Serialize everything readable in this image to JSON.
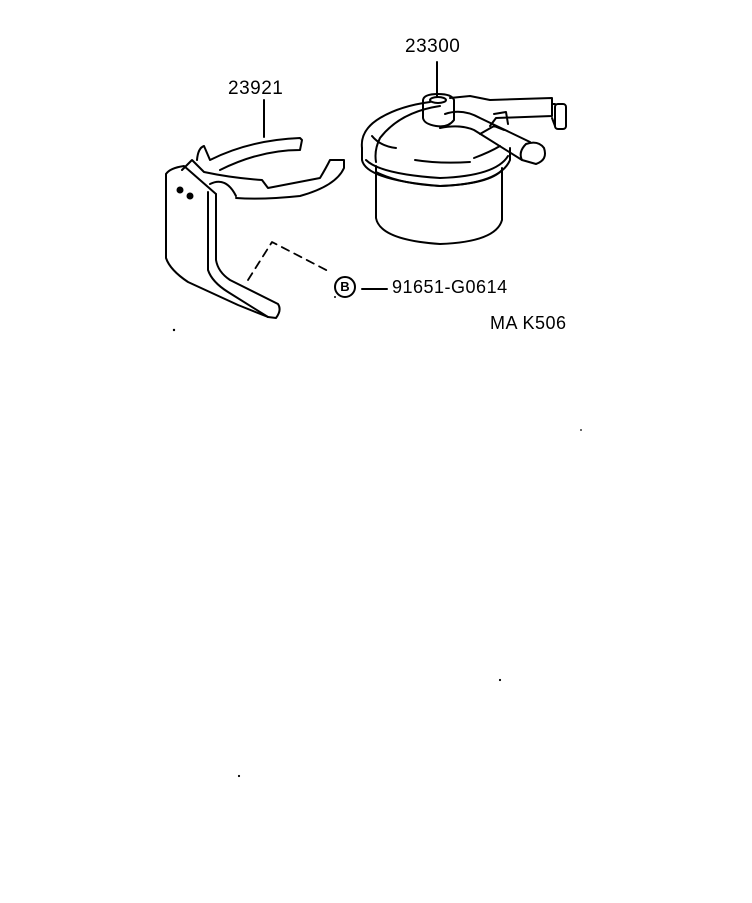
{
  "diagram": {
    "type": "parts-exploded-view",
    "parts": [
      {
        "part_number": "23300",
        "description": "fuel filter assembly"
      },
      {
        "part_number": "23921",
        "description": "fuel filter bracket/clamp"
      },
      {
        "part_number": "91651-G0614",
        "description": "bolt",
        "reference_mark": "B"
      }
    ],
    "callouts": {
      "filter": "23300",
      "bracket": "23921",
      "bolt_ref": "B",
      "bolt_part": "91651-G0614"
    },
    "illustration_code": "MA K506"
  }
}
